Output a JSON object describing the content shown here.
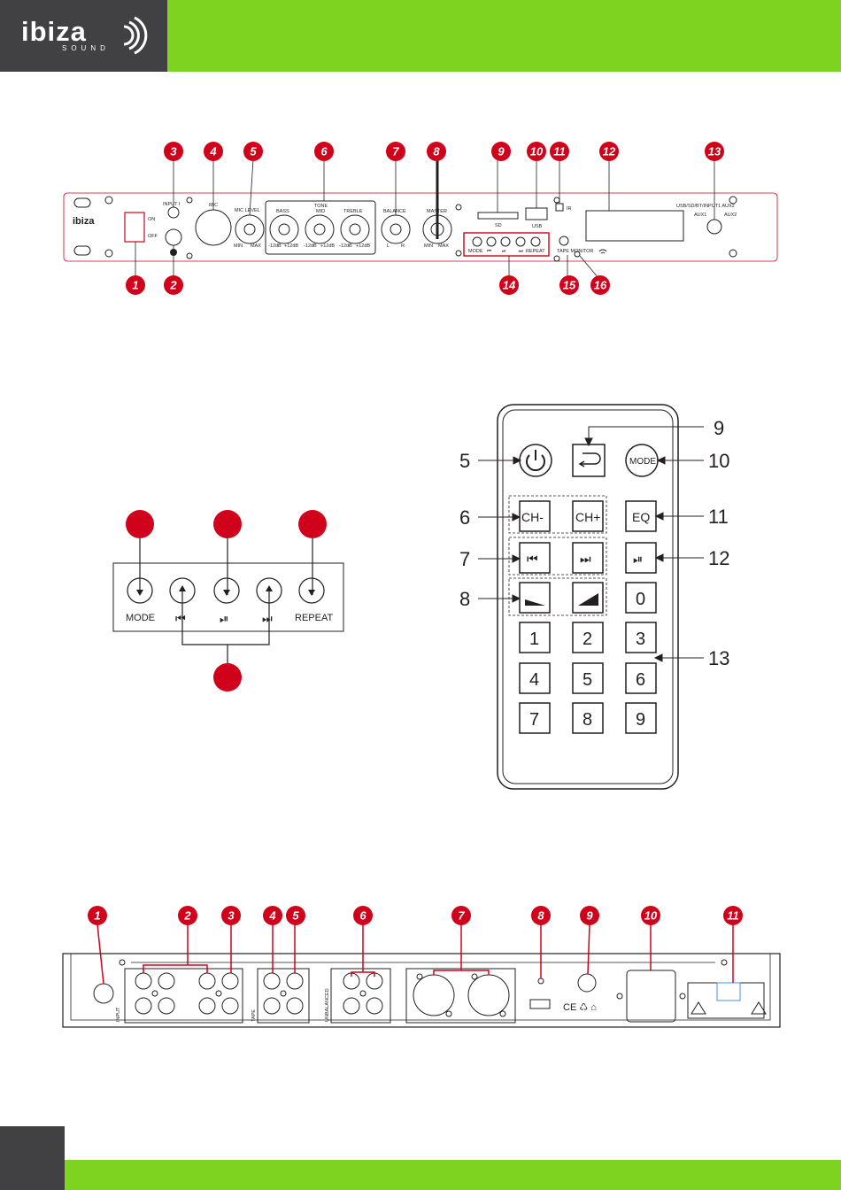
{
  "brand": {
    "name": "ibiza",
    "sub": "SOUND"
  },
  "colors": {
    "accent": "#7ed321",
    "dark": "#414042",
    "badge": "#d0021b"
  },
  "front_panel": {
    "badges": [
      "1",
      "2",
      "3",
      "4",
      "5",
      "6",
      "7",
      "8",
      "9",
      "10",
      "11",
      "12",
      "13",
      "14",
      "15",
      "16"
    ],
    "labels": {
      "on": "ON",
      "off": "OFF",
      "input1": "INPUT I",
      "mic": "MIC",
      "mic_level": "MIC LEVEL",
      "min": "MIN",
      "max": "MAX",
      "bass": "BASS",
      "tone": "TONE",
      "mid": "MID",
      "treble": "TREBLE",
      "db_minus": "-12dB",
      "db_plus": "+12dB",
      "balance": "BALANCE",
      "l": "L",
      "r": "R",
      "master": "MASTER",
      "sd": "SD",
      "usb": "USB",
      "ir": "IR",
      "input_select": "USB/SD/BT/INPUT1 AUX2",
      "aux1": "AUX1",
      "aux2": "AUX2",
      "mode": "MODE",
      "repeat": "REPEAT",
      "tape_monitor": "TAPE MONITOR"
    }
  },
  "control_detail": {
    "labels": {
      "mode": "MODE",
      "repeat": "REPEAT"
    }
  },
  "remote": {
    "callouts": [
      "5",
      "6",
      "7",
      "8",
      "9",
      "10",
      "11",
      "12",
      "13"
    ],
    "buttons": {
      "mode": "MODE",
      "ch_minus": "CH-",
      "ch_plus": "CH+",
      "eq": "EQ",
      "digits": [
        "0",
        "1",
        "2",
        "3",
        "4",
        "5",
        "6",
        "7",
        "8",
        "9"
      ]
    }
  },
  "rear_panel": {
    "badges": [
      "1",
      "2",
      "3",
      "4",
      "5",
      "6",
      "7",
      "8",
      "9",
      "10",
      "11"
    ],
    "labels": {
      "input": "INPUT",
      "tape": "TAPE",
      "unbalanced": "UNBALANCED"
    }
  }
}
